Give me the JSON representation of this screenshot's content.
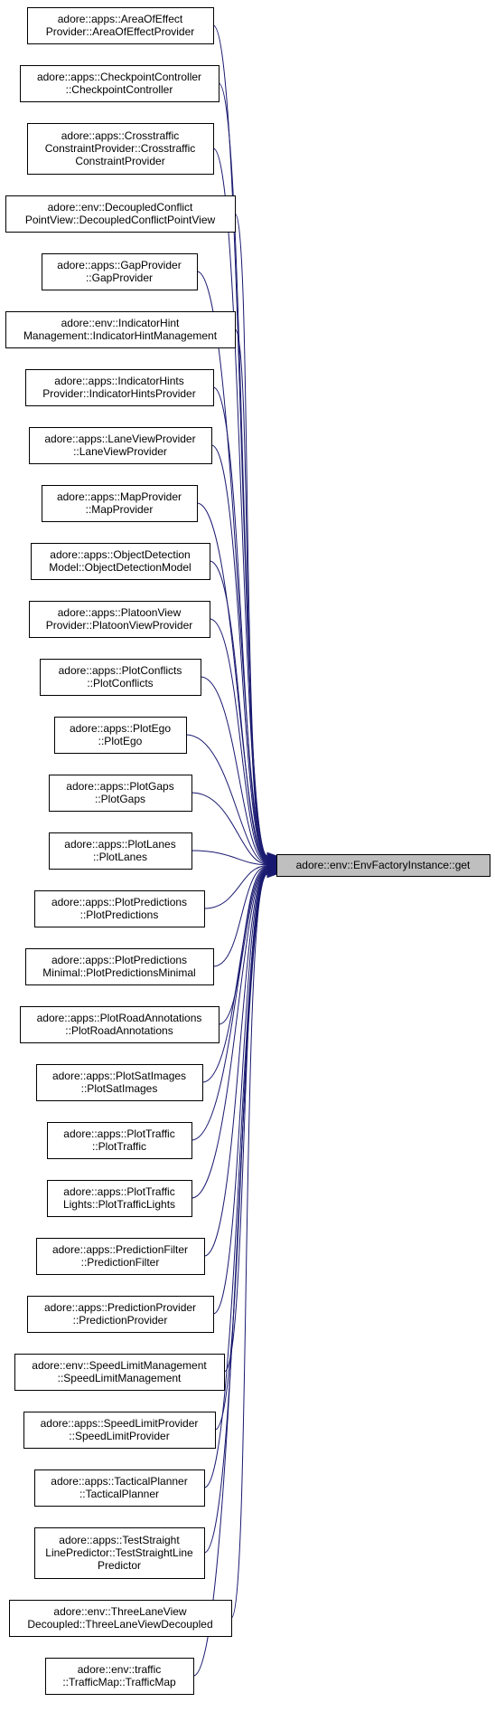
{
  "diagram": {
    "target": {
      "lines": [
        "adore::env::EnvFactoryInstance::get"
      ]
    },
    "callers": [
      {
        "lines": [
          "adore::apps::AreaOfEffect",
          "Provider::AreaOfEffectProvider"
        ]
      },
      {
        "lines": [
          "adore::apps::CheckpointController",
          "::CheckpointController"
        ]
      },
      {
        "lines": [
          "adore::apps::Crosstraffic",
          "ConstraintProvider::Crosstraffic",
          "ConstraintProvider"
        ]
      },
      {
        "lines": [
          "adore::env::DecoupledConflict",
          "PointView::DecoupledConflictPointView"
        ]
      },
      {
        "lines": [
          "adore::apps::GapProvider",
          "::GapProvider"
        ]
      },
      {
        "lines": [
          "adore::env::IndicatorHint",
          "Management::IndicatorHintManagement"
        ]
      },
      {
        "lines": [
          "adore::apps::IndicatorHints",
          "Provider::IndicatorHintsProvider"
        ]
      },
      {
        "lines": [
          "adore::apps::LaneViewProvider",
          "::LaneViewProvider"
        ]
      },
      {
        "lines": [
          "adore::apps::MapProvider",
          "::MapProvider"
        ]
      },
      {
        "lines": [
          "adore::apps::ObjectDetection",
          "Model::ObjectDetectionModel"
        ]
      },
      {
        "lines": [
          "adore::apps::PlatoonView",
          "Provider::PlatoonViewProvider"
        ]
      },
      {
        "lines": [
          "adore::apps::PlotConflicts",
          "::PlotConflicts"
        ]
      },
      {
        "lines": [
          "adore::apps::PlotEgo",
          "::PlotEgo"
        ]
      },
      {
        "lines": [
          "adore::apps::PlotGaps",
          "::PlotGaps"
        ]
      },
      {
        "lines": [
          "adore::apps::PlotLanes",
          "::PlotLanes"
        ]
      },
      {
        "lines": [
          "adore::apps::PlotPredictions",
          "::PlotPredictions"
        ]
      },
      {
        "lines": [
          "adore::apps::PlotPredictions",
          "Minimal::PlotPredictionsMinimal"
        ]
      },
      {
        "lines": [
          "adore::apps::PlotRoadAnnotations",
          "::PlotRoadAnnotations"
        ]
      },
      {
        "lines": [
          "adore::apps::PlotSatImages",
          "::PlotSatImages"
        ]
      },
      {
        "lines": [
          "adore::apps::PlotTraffic",
          "::PlotTraffic"
        ]
      },
      {
        "lines": [
          "adore::apps::PlotTraffic",
          "Lights::PlotTrafficLights"
        ]
      },
      {
        "lines": [
          "adore::apps::PredictionFilter",
          "::PredictionFilter"
        ]
      },
      {
        "lines": [
          "adore::apps::PredictionProvider",
          "::PredictionProvider"
        ]
      },
      {
        "lines": [
          "adore::env::SpeedLimitManagement",
          "::SpeedLimitManagement"
        ]
      },
      {
        "lines": [
          "adore::apps::SpeedLimitProvider",
          "::SpeedLimitProvider"
        ]
      },
      {
        "lines": [
          "adore::apps::TacticalPlanner",
          "::TacticalPlanner"
        ]
      },
      {
        "lines": [
          "adore::apps::TestStraight",
          "LinePredictor::TestStraightLine",
          "Predictor"
        ]
      },
      {
        "lines": [
          "adore::env::ThreeLaneView",
          "Decoupled::ThreeLaneViewDecoupled"
        ]
      },
      {
        "lines": [
          "adore::env::traffic",
          "::TrafficMap::TrafficMap"
        ]
      }
    ],
    "colors": {
      "edge": "#191970",
      "target_fill": "#bfbfbf",
      "node_fill": "#ffffff",
      "node_border": "#000000"
    }
  }
}
